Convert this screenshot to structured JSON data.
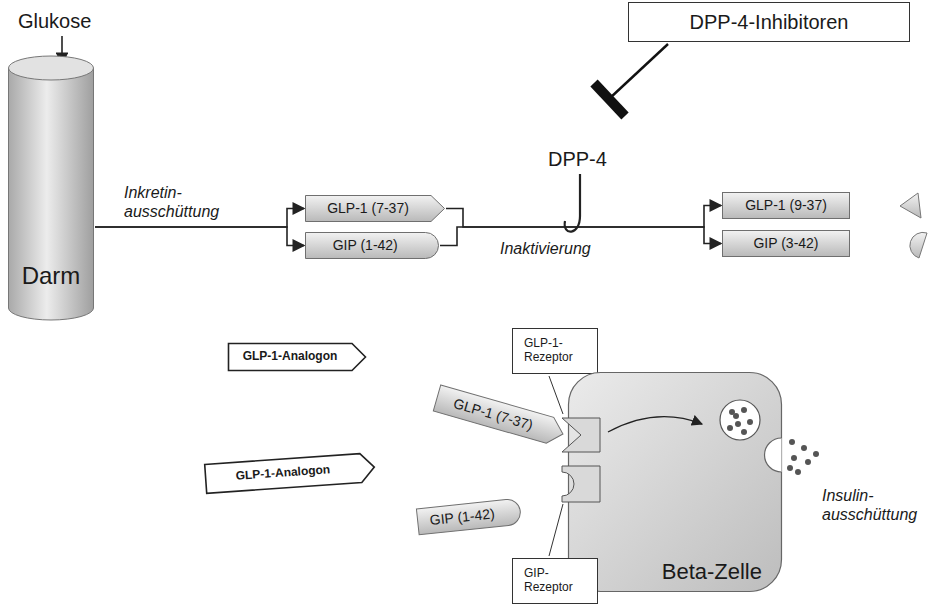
{
  "diagram": {
    "nodes": [
      {
        "text": [
          "Darm"
        ]
      },
      {
        "text": [
          "GLP-1 (7-37)"
        ]
      },
      {
        "text": [
          "GIP (1-42)"
        ]
      },
      {
        "text": [
          "DPP-4-Inhibitoren"
        ]
      },
      {
        "text": [
          "GLP-1 (9-37)"
        ]
      },
      {
        "text": [
          "GIP (3-42)"
        ]
      },
      {
        "text": [
          "GLP-1-Analogon"
        ]
      },
      {
        "text": [
          "GLP-1- Rezeptor"
        ]
      },
      {
        "text": [
          "GLP-1 (7-37)"
        ]
      },
      {
        "text": [
          "GLP-1-Analogon"
        ]
      },
      {
        "text": [
          "GIP (1-42)"
        ]
      },
      {
        "text": [
          "Beta-Zelle"
        ]
      },
      {
        "text": [
          "GIP- Rezeptor"
        ]
      }
    ],
    "edges": [
      {
        "from": 0,
        "to": 1,
        "arrow": "to",
        "label": "Inkretin- ausschüttung"
      },
      {
        "from": 0,
        "to": 2,
        "arrow": "to"
      },
      {
        "from": 1,
        "to": 4,
        "arrow": "to",
        "label": "Inaktivierung"
      },
      {
        "from": 2,
        "to": 5,
        "arrow": "to"
      }
    ],
    "labels": [
      "Glukose",
      "DPP-4",
      "Insulin- ausschüttung"
    ]
  }
}
